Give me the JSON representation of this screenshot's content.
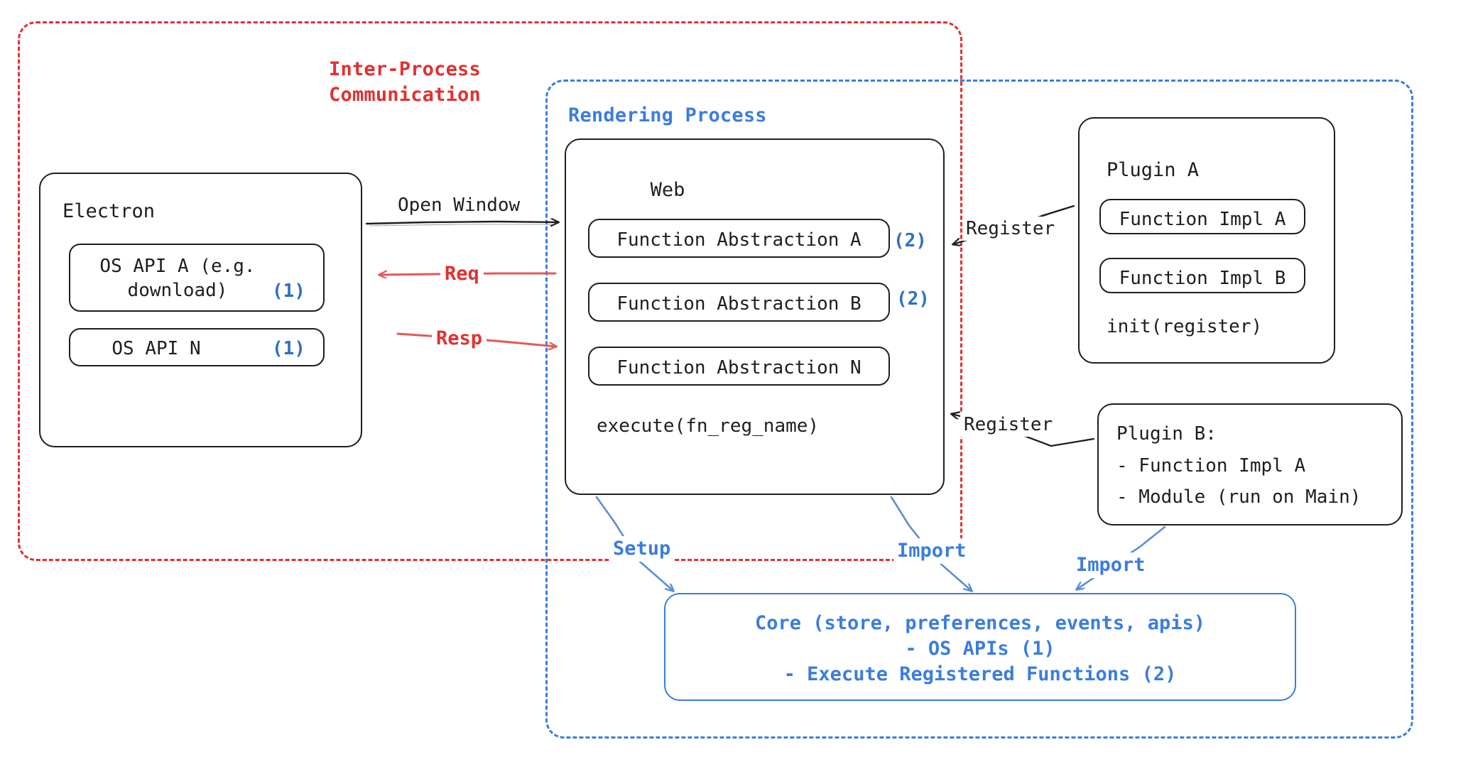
{
  "diagram": {
    "title": "Electron plugin architecture",
    "colors": {
      "ipc_red": "#e03131",
      "render_blue": "#3b7ddd",
      "marker_blue": "#2f6fc0",
      "ink": "#1e1e1e"
    }
  },
  "regions": {
    "ipc": {
      "label": "Inter-Process\nCommunication"
    },
    "rendering": {
      "label": "Rendering Process"
    }
  },
  "electron": {
    "title": "Electron",
    "apis": [
      {
        "label": "OS API A (e.g.\ndownload)",
        "marker": "(1)"
      },
      {
        "label": "OS API N",
        "marker": "(1)"
      }
    ]
  },
  "web": {
    "title": "Web",
    "abstractions": [
      {
        "label": "Function Abstraction A",
        "marker": "(2)"
      },
      {
        "label": "Function Abstraction B",
        "marker": "(2)"
      },
      {
        "label": "Function Abstraction N",
        "marker": ""
      }
    ],
    "footer": "execute(fn_reg_name)"
  },
  "plugin_a": {
    "title": "Plugin A",
    "functions": [
      "Function Impl A",
      "Function Impl B"
    ],
    "footer": "init(register)"
  },
  "plugin_b": {
    "title": "Plugin B:",
    "items": [
      "- Function Impl A",
      "- Module (run on Main)"
    ]
  },
  "core": {
    "lines": [
      "Core (store, preferences, events, apis)",
      "- OS APIs (1)",
      "- Execute Registered Functions (2)"
    ]
  },
  "arrows": {
    "open_window": "Open Window",
    "req": "Req",
    "resp": "Resp",
    "register_a": "Register",
    "register_b": "Register",
    "setup": "Setup",
    "import_web": "Import",
    "import_plugin": "Import"
  }
}
